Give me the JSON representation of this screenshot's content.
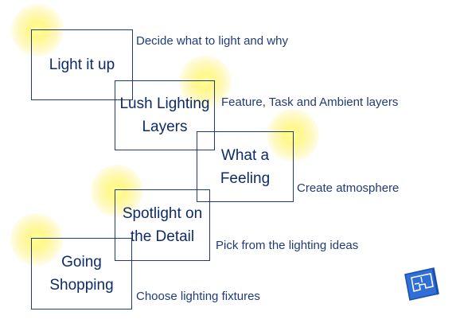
{
  "steps": [
    {
      "title": "Light it up",
      "description": "Decide what to light and why"
    },
    {
      "title": "Lush Lighting Layers",
      "description": "Feature, Task and Ambient layers"
    },
    {
      "title": "What a Feeling",
      "description": "Create atmosphere"
    },
    {
      "title": "Spotlight on the Detail",
      "description": "Pick from the lighting ideas"
    },
    {
      "title": "Going Shopping",
      "description": "Choose lighting fixtures"
    }
  ],
  "icons": {
    "glow": "light-glow-icon",
    "logo": "floor-plan-logo-icon"
  },
  "colors": {
    "text": "#0d2a6b",
    "border": "#1f3b7a",
    "glow": "#fff678",
    "logo": "#2f6fd6"
  }
}
